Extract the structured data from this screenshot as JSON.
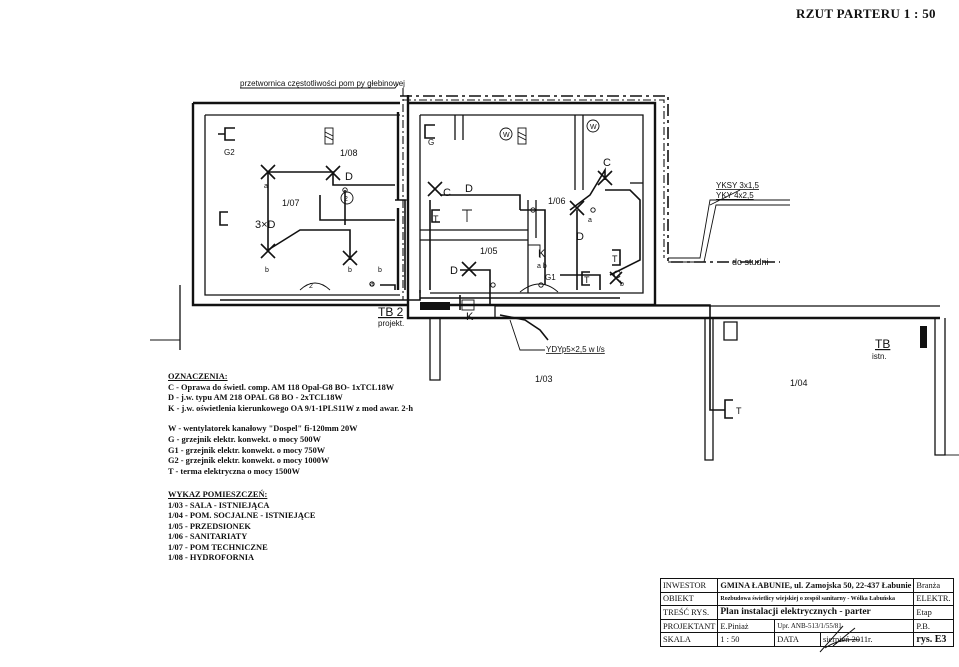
{
  "title": "RZUT PARTERU  1 : 50",
  "labels": {
    "inverter": "przetwornica częstotliwości pom py głebinowej",
    "g2": "G2",
    "g": "G",
    "room_108": "1/08",
    "room_107": "1/07",
    "room_106": "1/06",
    "room_105": "1/05",
    "room_103": "1/03",
    "room_104": "1/04",
    "d1": "D",
    "d2": "D",
    "d3": "D",
    "d4": "D",
    "c1": "C",
    "c2": "C",
    "c3": "C",
    "k1": "K",
    "k2": "K",
    "three_d": "3×D",
    "t1": "T",
    "t2": "T",
    "t3": "T",
    "t4": "T",
    "g1": "G1",
    "w1": "W",
    "w2": "W",
    "a1": "a",
    "a2": "a",
    "a3": "a",
    "b1": "b",
    "b2": "b",
    "b3": "b",
    "b4": "b",
    "ab": "a  b",
    "n2a": "2",
    "n2b": "2",
    "tb2": "TB 2",
    "tb2_sub": "projekt.",
    "tb": "TB",
    "tb_sub": "istn.",
    "yksy": "YKSY 3x1,5",
    "yky": "YKY 4x2,5",
    "studni": "do studni",
    "ydy": "YDYp5×2,5  w  l/s"
  },
  "legend": {
    "header": "OZNACZENIA:",
    "lines": [
      "C - Oprawa do  świetl.  comp.  AM 118 Opal-G8 BO- 1xTCL18W",
      "D -  j.w.  typu  AM 218 OPAL G8 BO - 2xTCL18W",
      "K -  j.w.  oświetlenia kierunkowego OA 9/1-1PLS11W z mod awar. 2-h"
    ],
    "lines2": [
      "W - wentylatorek kanałowy \"Dospel\" fi-120mm 20W",
      "G - grzejnik elektr.  konwekt.  o mocy 500W",
      "G1 - grzejnik elektr.  konwekt.  o mocy 750W",
      "G2 - grzejnik elektr.  konwekt.  o mocy 1000W",
      "T - terma elektryczna o mocy 1500W"
    ]
  },
  "rooms": {
    "header": "WYKAZ  POMIESZCZEŃ:",
    "lines": [
      "1/03 - SALA        - ISTNIEJĄCA",
      "1/04 - POM. SOCJALNE  - ISTNIEJĄCE",
      "1/05 - PRZEDSIONEK",
      "1/06 - SANITARIATY",
      "1/07 - POM TECHNICZNE",
      "1/08 - HYDROFORNIA"
    ]
  },
  "title_block": {
    "inwestor_l": "INWESTOR",
    "inwestor_v": "GMINA  ŁABUNIE, ul. Zamojska 50,  22-437 Łabunie",
    "branza_l": "Branża",
    "obiekt_l": "OBIEKT",
    "obiekt_v": "Rozbudowa świetlicy wiejskiej o zespół sanitarny - Wólka Łabuńska",
    "branza_v": "ELEKTR.",
    "tresc_l": "TREŚĆ RYS.",
    "tresc_v": "Plan instalacji elektrycznych - parter",
    "etap_l": "Etap",
    "proj_l": "PROJEKTANT",
    "proj_v": "E.Piniaż",
    "upr": "Upr. ANB-513/1/55/81",
    "etap_v": "P.B.",
    "skala_l": "SKALA",
    "skala_v": "1 : 50",
    "data_l": "DATA",
    "data_v": "sierpień 2011r.",
    "rys": "rys. E3"
  }
}
